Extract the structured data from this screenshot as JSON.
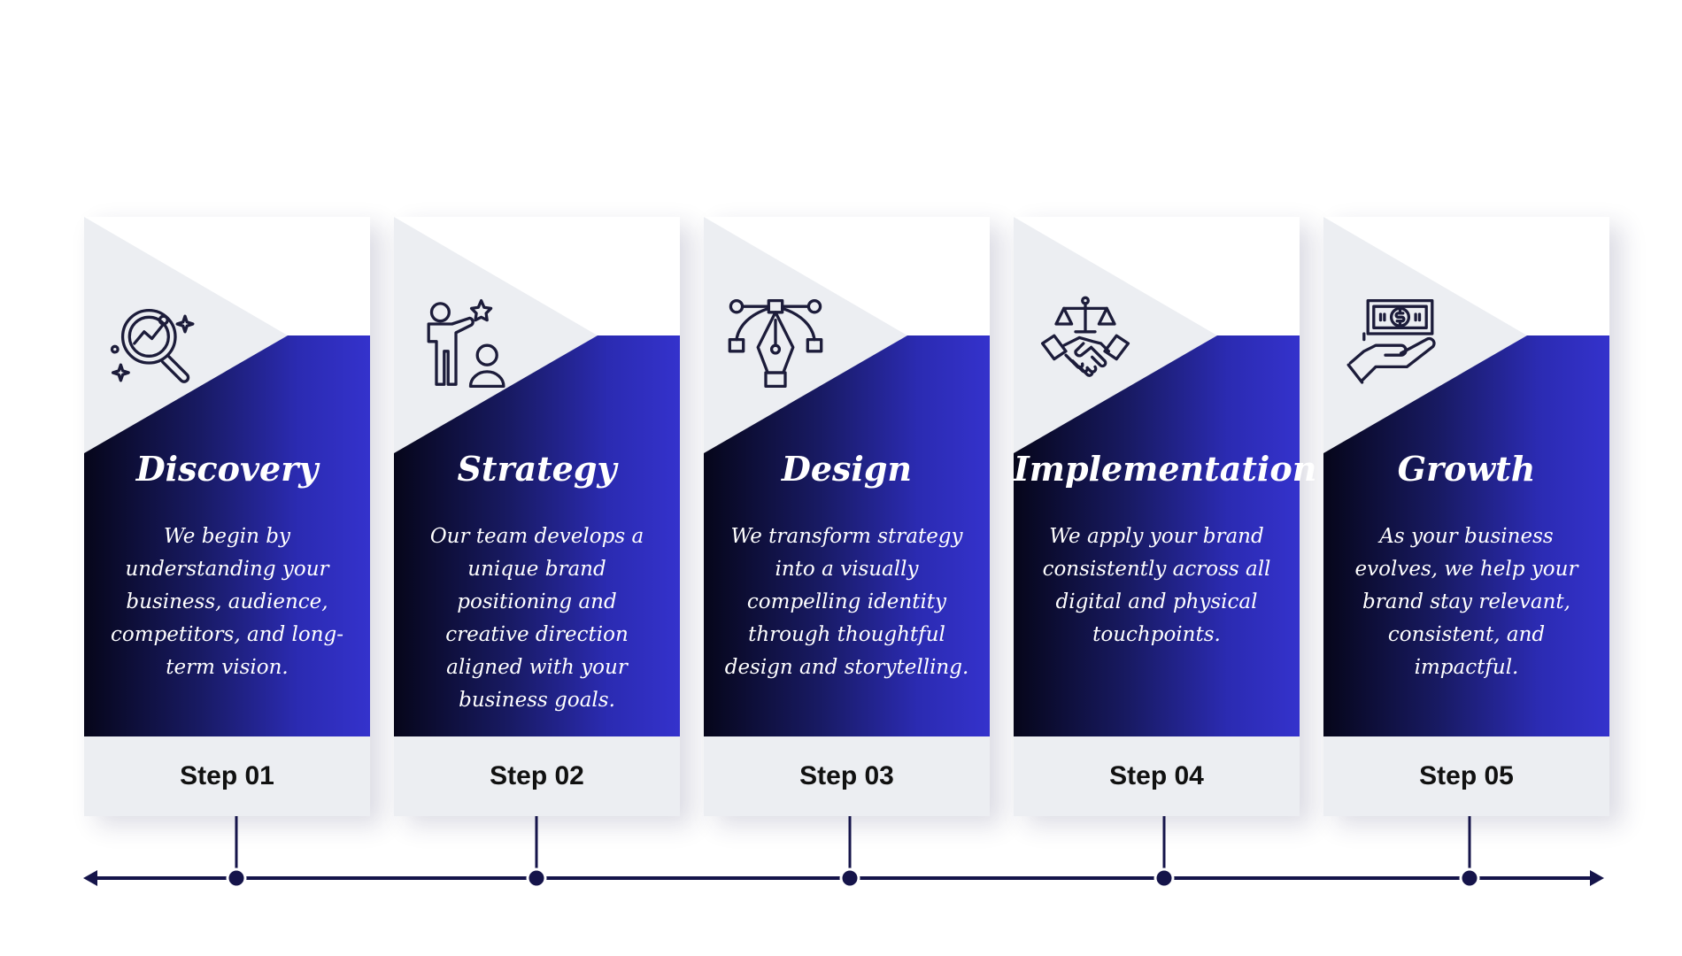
{
  "steps": [
    {
      "title": "Discovery",
      "description": "We begin by understanding your business, audience, competitors, and long-term vision.",
      "step_label": "Step 01",
      "icon": "magnifier-analysis-icon"
    },
    {
      "title": "Strategy",
      "description": "Our team develops a unique brand positioning and creative direction aligned with your business goals.",
      "step_label": "Step 02",
      "icon": "presenter-audience-icon"
    },
    {
      "title": "Design",
      "description": "We transform strategy into a visually compelling identity through thoughtful design and storytelling.",
      "step_label": "Step 03",
      "icon": "pen-tool-icon"
    },
    {
      "title": "Implementation",
      "description": "We apply your brand consistently across all digital and physical touchpoints.",
      "step_label": "Step 04",
      "icon": "handshake-scales-icon"
    },
    {
      "title": "Growth",
      "description": "As your business evolves, we help your brand stay relevant, consistent, and impactful.",
      "step_label": "Step 05",
      "icon": "hand-money-icon"
    }
  ],
  "colors": {
    "card_top": "#eceef2",
    "gradient_start": "#06061a",
    "gradient_end": "#3432cc",
    "timeline": "#15144a",
    "icon_stroke": "#1c1c3a"
  }
}
